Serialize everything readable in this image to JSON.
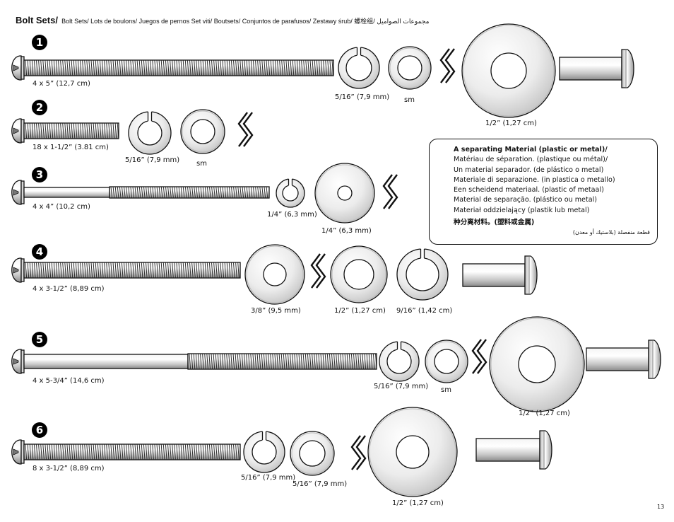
{
  "header": {
    "title": "Bolt Sets/",
    "subtitle": "Bolt Sets/ Lots de boulons/ Juegos de pernos Set viti/ Boutsets/ Conjuntos de parafusos/ Zestawy śrub/ 螺栓组/ مجموعات الصواميل"
  },
  "sets": [
    {
      "number": "1",
      "bolt_label": "4 x 5” (12,7 cm)",
      "labels": [
        "5/16” (7,9 mm)",
        "sm",
        "1/2” (1,27 cm)"
      ]
    },
    {
      "number": "2",
      "bolt_label": "18 x 1-1/2” (3.81 cm)",
      "labels": [
        "5/16” (7,9 mm)",
        "sm"
      ]
    },
    {
      "number": "3",
      "bolt_label": "4 x 4” (10,2 cm)",
      "labels": [
        "1/4” (6,3 mm)",
        "1/4” (6,3 mm)"
      ]
    },
    {
      "number": "4",
      "bolt_label": "4 x 3-1/2” (8,89 cm)",
      "labels": [
        "3/8” (9,5 mm)",
        "1/2” (1,27 cm)",
        "9/16” (1,42 cm)"
      ]
    },
    {
      "number": "5",
      "bolt_label": "4 x 5-3/4” (14,6 cm)",
      "labels": [
        "5/16” (7,9 mm)",
        "sm",
        "1/2” (1,27 cm)"
      ]
    },
    {
      "number": "6",
      "bolt_label": "8 x 3-1/2” (8,89 cm)",
      "labels": [
        "5/16” (7,9 mm)",
        "5/16” (7,9 mm)",
        "1/2” (1,27 cm)"
      ]
    }
  ],
  "separator_note": {
    "title": "A separating Material (plastic or metal)/",
    "lines": [
      "Matériau de séparation. (plastique ou métal)/",
      "Un material separador. (de plástico o metal)",
      "Materiale di separazione. (in plastica o metallo)",
      "Een scheidend materiaal.  (plastic of metaal)",
      "Material de separação. (plástico ou metal)",
      "Materiał oddzielający (plastik lub metal)"
    ],
    "chinese": "种分离材料。(塑料或金属)",
    "arabic": "قطعة منفصلة (بلاستيك أو معدن)"
  },
  "page_number": "13"
}
